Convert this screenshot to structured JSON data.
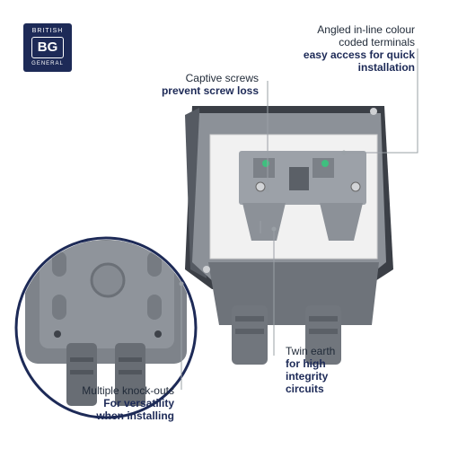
{
  "logo": {
    "top": "BRITISH",
    "mark": "BG",
    "bottom": "GENERAL"
  },
  "callouts": {
    "terminals": {
      "line1": "Angled in-line colour",
      "line2": "coded terminals",
      "bold1": "easy access for quick",
      "bold2": "installation"
    },
    "screws": {
      "line1": "Captive screws",
      "bold1": "prevent screw loss"
    },
    "earth": {
      "line1": "Twin earth",
      "bold1": "for high",
      "bold2": "integrity",
      "bold3": "circuits"
    },
    "knockouts": {
      "line1": "Multiple knock-outs",
      "bold1": "For versatility",
      "bold2": "when installing"
    }
  },
  "colors": {
    "brand": "#1d2a57",
    "housing": "#7a7f86",
    "housing_dark": "#4a4e55",
    "plate": "#f2f2f2"
  }
}
